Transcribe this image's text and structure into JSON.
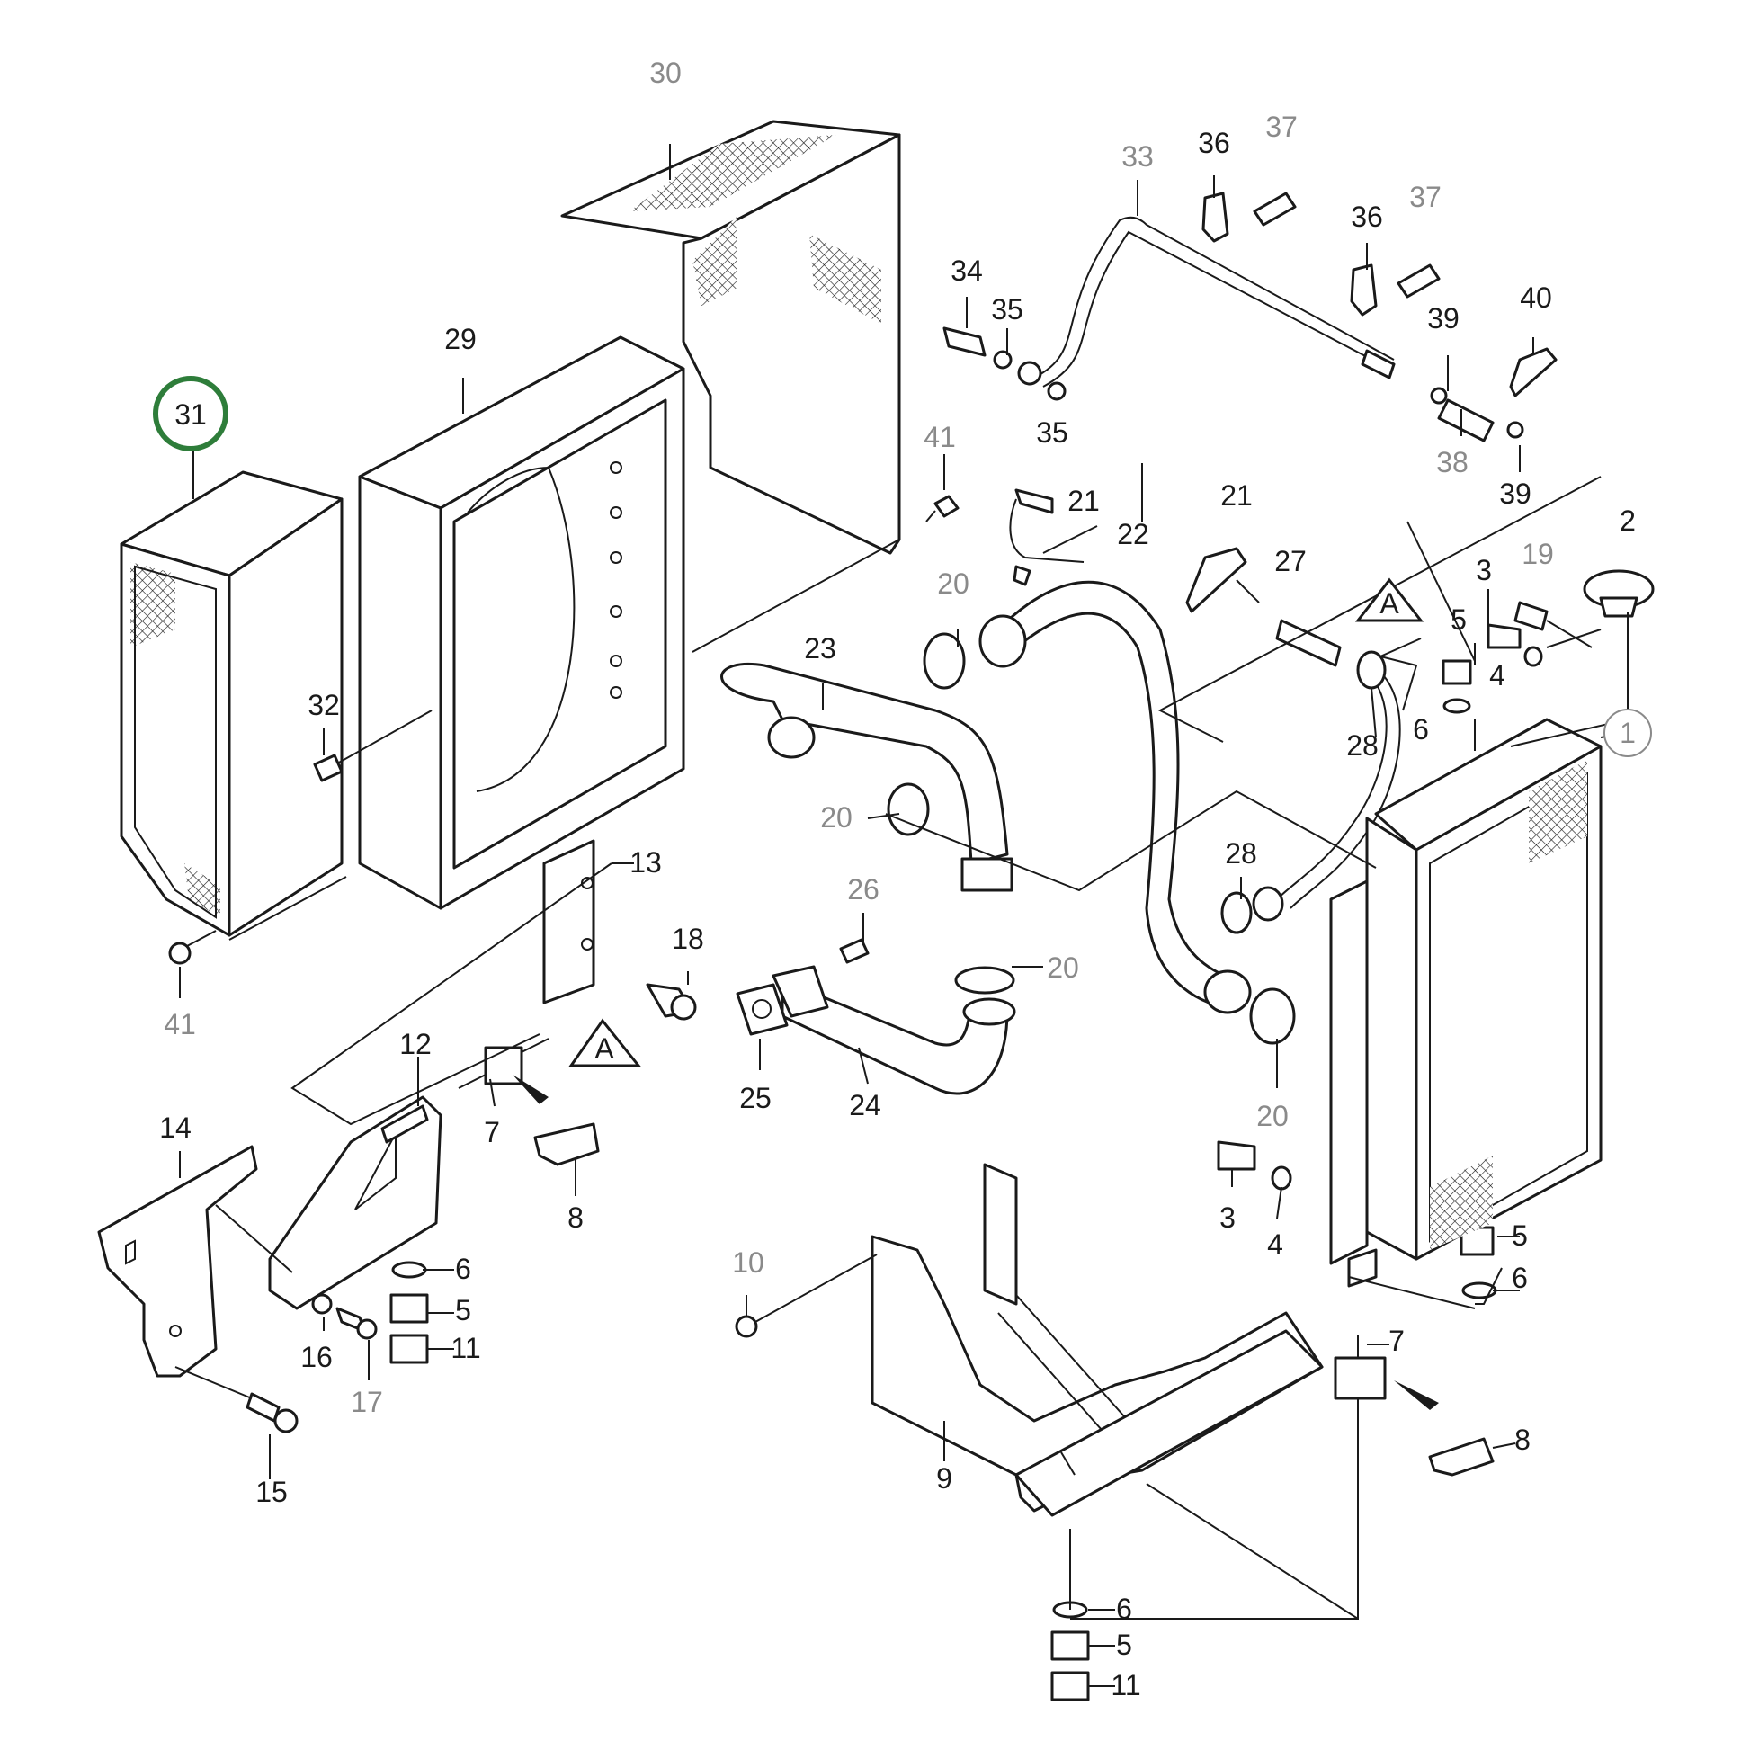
{
  "callouts": [
    {
      "id": "c30",
      "text": "30",
      "grey": true
    },
    {
      "id": "c33",
      "text": "33",
      "grey": true
    },
    {
      "id": "c36a",
      "text": "36"
    },
    {
      "id": "c37a",
      "text": "37",
      "grey": true
    },
    {
      "id": "c36b",
      "text": "36"
    },
    {
      "id": "c37b",
      "text": "37",
      "grey": true
    },
    {
      "id": "c34",
      "text": "34"
    },
    {
      "id": "c35a",
      "text": "35"
    },
    {
      "id": "c35b",
      "text": "35"
    },
    {
      "id": "c40",
      "text": "40"
    },
    {
      "id": "c39a",
      "text": "39"
    },
    {
      "id": "c38",
      "text": "38",
      "grey": true
    },
    {
      "id": "c39b",
      "text": "39"
    },
    {
      "id": "c29",
      "text": "29"
    },
    {
      "id": "c31",
      "text": "31"
    },
    {
      "id": "c41a",
      "text": "41",
      "grey": true
    },
    {
      "id": "c21a",
      "text": "21"
    },
    {
      "id": "c21b",
      "text": "21"
    },
    {
      "id": "c22",
      "text": "22"
    },
    {
      "id": "c27",
      "text": "27"
    },
    {
      "id": "c2",
      "text": "2"
    },
    {
      "id": "c3a",
      "text": "3"
    },
    {
      "id": "c19",
      "text": "19",
      "grey": true
    },
    {
      "id": "c5a",
      "text": "5"
    },
    {
      "id": "c4a",
      "text": "4"
    },
    {
      "id": "c20a",
      "text": "20",
      "grey": true
    },
    {
      "id": "c23",
      "text": "23"
    },
    {
      "id": "c28a",
      "text": "28"
    },
    {
      "id": "c6a",
      "text": "6"
    },
    {
      "id": "c1",
      "text": "1",
      "grey": true
    },
    {
      "id": "c32",
      "text": "32"
    },
    {
      "id": "c20b",
      "text": "20",
      "grey": true
    },
    {
      "id": "c28b",
      "text": "28"
    },
    {
      "id": "c13",
      "text": "13"
    },
    {
      "id": "c26",
      "text": "26",
      "grey": true
    },
    {
      "id": "c18",
      "text": "18"
    },
    {
      "id": "c20c",
      "text": "20",
      "grey": true
    },
    {
      "id": "c41b",
      "text": "41",
      "grey": true
    },
    {
      "id": "c12",
      "text": "12"
    },
    {
      "id": "c25",
      "text": "25"
    },
    {
      "id": "c24",
      "text": "24"
    },
    {
      "id": "c20d",
      "text": "20",
      "grey": true
    },
    {
      "id": "c7a",
      "text": "7"
    },
    {
      "id": "c14",
      "text": "14"
    },
    {
      "id": "c8a",
      "text": "8"
    },
    {
      "id": "c3b",
      "text": "3"
    },
    {
      "id": "c4b",
      "text": "4"
    },
    {
      "id": "c10",
      "text": "10",
      "grey": true
    },
    {
      "id": "c5b",
      "text": "5"
    },
    {
      "id": "c6b",
      "text": "6"
    },
    {
      "id": "c6c",
      "text": "6"
    },
    {
      "id": "c5c",
      "text": "5"
    },
    {
      "id": "c11a",
      "text": "11"
    },
    {
      "id": "c16",
      "text": "16"
    },
    {
      "id": "c17",
      "text": "17",
      "grey": true
    },
    {
      "id": "c7b",
      "text": "7"
    },
    {
      "id": "c8b",
      "text": "8"
    },
    {
      "id": "c9",
      "text": "9"
    },
    {
      "id": "c15",
      "text": "15"
    },
    {
      "id": "c6d",
      "text": "6"
    },
    {
      "id": "c5d",
      "text": "5"
    },
    {
      "id": "c11b",
      "text": "11"
    }
  ],
  "markers": {
    "a1": "A",
    "a2": "A"
  },
  "highlight_color": "#2e7d3a"
}
